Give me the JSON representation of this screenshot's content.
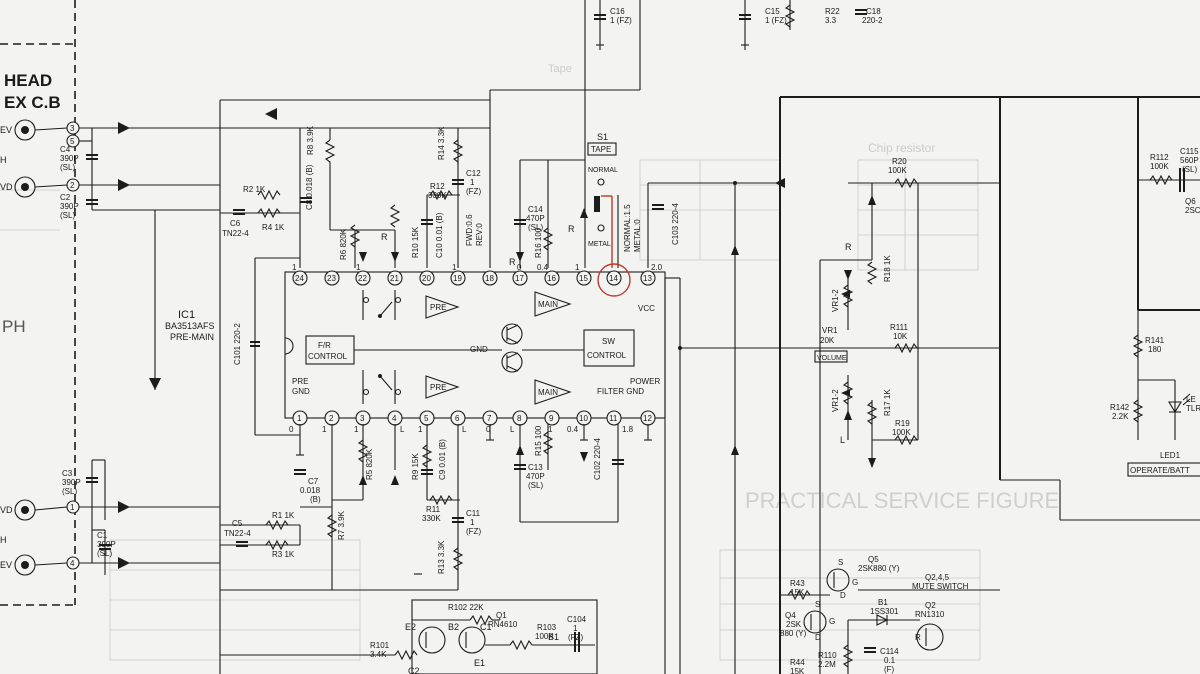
{
  "left_labels": {
    "head": "HEAD",
    "exc": "EX C.B",
    "ph": "PH"
  },
  "left_side_marks": {
    "ev1": "EV",
    "h1": "H",
    "vd1": "VD",
    "vd2": "VD",
    "h2": "H",
    "ev2": "EV"
  },
  "connector_pins": [
    "3",
    "5",
    "2",
    "1",
    "4"
  ],
  "ic": {
    "name": "IC1",
    "part": "BA3513AFS",
    "desc": "PRE-MAIN"
  },
  "ic_pins_top": [
    "24",
    "23",
    "22",
    "21",
    "20",
    "19",
    "18",
    "17",
    "16",
    "15",
    "14",
    "13"
  ],
  "ic_pins_bottom": [
    "1",
    "2",
    "3",
    "4",
    "5",
    "6",
    "7",
    "8",
    "9",
    "10",
    "11",
    "12"
  ],
  "top_voltages": [
    "1",
    "1",
    "1",
    "0",
    "0.4",
    "1",
    "2.0"
  ],
  "bottom_voltages": [
    "0",
    "1",
    "1",
    "L",
    "1",
    "L",
    "0",
    "L",
    "1",
    "0.4",
    "1.8"
  ],
  "blocks": {
    "fr_control": "F/R\nCONTROL",
    "sw_control": "SW\nCONTROL",
    "pre": "PRE",
    "main": "MAIN",
    "gnd": "GND",
    "pre_gnd": "PRE\nGND",
    "power_filter": "POWER\nFILTER GND",
    "vcc": "VCC"
  },
  "switch": {
    "name": "S1",
    "tag": "TAPE",
    "pos1": "NORMAL",
    "pos2": "METAL",
    "note": "NORMAL:1.5\nMETAL:0"
  },
  "fwd_note": "FWD:0.6\nREV:0",
  "r_marks": [
    "R",
    "R",
    "R",
    "L"
  ],
  "components": {
    "C4": "C4\n390P\n(SL)",
    "C2": "C2\n390P\n(SL)",
    "C3": "C3\n390P\n(SL)",
    "C1": "C1\n390P\n(SL)",
    "R8": "R8\n3.9K",
    "R14": "R14\n3.3K",
    "C12": "C12\n1\n(FZ)",
    "R2": "R2 1K",
    "R4": "R4 1K",
    "C6": "C6\nTN22-4",
    "C8": "C8\n0.018\n(B)",
    "R6": "R6\n820K",
    "R12": "R12\n330K",
    "R10": "R10 15K",
    "C10": "C10\n0.01\n(B)",
    "C14": "C14\n470P\n(SL)",
    "R16": "R16\n100",
    "C103": "C103 220-4",
    "C101": "C101\n220-2",
    "R5": "R5\n820K",
    "C7": "C7\n0.018\n(B)",
    "R7": "R7\n3.9K",
    "C5": "C5\nTN22-4",
    "R1": "R1 1K",
    "R3": "R3 1K",
    "R9": "R9 15K",
    "C9": "C9\n0.01\n(B)",
    "R11": "R11\n330K",
    "C11": "C11\n1\n(FZ)",
    "R13": "R13\n3.3K",
    "R15": "R15\n100",
    "C13": "C13\n470P\n(SL)",
    "C102": "C102\n220-4",
    "C16": "C16\n1 (FZ)",
    "C15": "C15\n1 (FZ)",
    "R22": "R22\n3.3",
    "C18": "C18\n220-2",
    "R20": "R20\n100K",
    "R18": "R18\n1K",
    "R111": "R111\n10K",
    "R17": "R17\n1K",
    "R19": "R19\n100K",
    "VR1": "VR1\n20K",
    "VR1_2a": "VR1-2",
    "VR1_2b": "VR1-2",
    "R112": "R112\n100K",
    "C115": "C115\n560P\n(SL)",
    "Q6": "Q6\n2SC",
    "R141": "R141\n180",
    "R142": "R142\n2.2K",
    "LED": "LE\nTLR",
    "R102": "R102 22K",
    "Q1": "Q1\nRN4610",
    "R103": "R103\n100K",
    "C104": "C104\n1\n(FZ)",
    "R101": "R101\n3.4K",
    "R43": "R43\n15K",
    "Q5": "Q5\n2SK880 (Y)",
    "Q4": "Q4\n2SK\n880 (Y)",
    "B1": "B1\n1SS301",
    "Q2": "Q2\nRN1310",
    "R110": "R110\n2.2M",
    "C114": "C114\n0.1\n(F)",
    "R44": "R44\n15K"
  },
  "tags": {
    "volume": "VOLUME",
    "led": "LED1",
    "operate": "OPERATE/BATT",
    "mute": "Q2,4,5\nMUTE SWITCH"
  },
  "transistor_pins": [
    "E2",
    "B2",
    "C1",
    "B1",
    "E1",
    "C2",
    "S",
    "G",
    "D",
    "S",
    "G",
    "D",
    "R"
  ],
  "bg_text": {
    "practical": "PRACTICAL SERVICE FIGURE",
    "chip": "Chip resistor",
    "tape": "Tape"
  }
}
